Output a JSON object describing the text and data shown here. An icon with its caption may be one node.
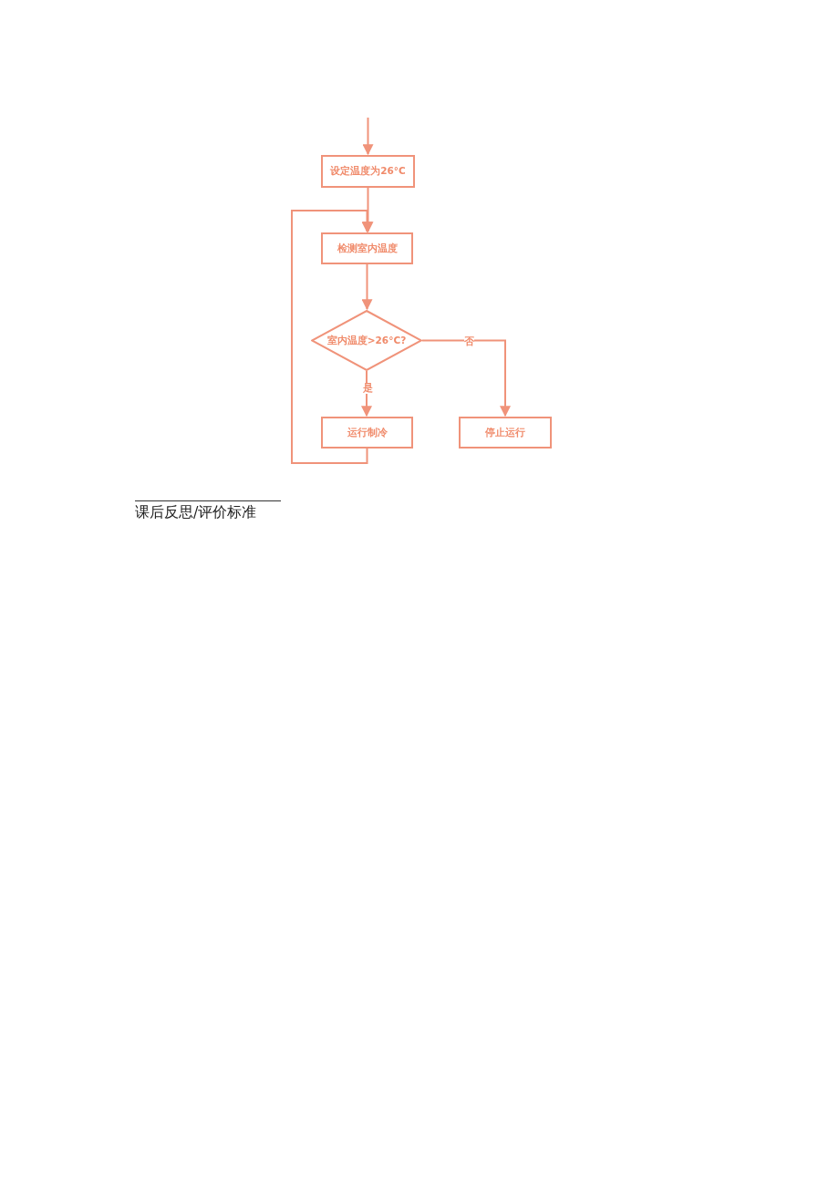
{
  "diagram": {
    "nodes": [
      {
        "text": [
          "设定温度为26°C"
        ]
      },
      {
        "text": [
          "检测室内温度"
        ]
      },
      {
        "text": [
          "室内温度>26°C?"
        ]
      },
      {
        "text": [
          "运行制冷"
        ]
      },
      {
        "text": [
          "停止运行"
        ]
      }
    ],
    "edges": [
      {
        "from": null,
        "to": 0,
        "arrow": "to"
      },
      {
        "from": 0,
        "to": 1,
        "arrow": "to"
      },
      {
        "from": 1,
        "to": 2,
        "arrow": "to"
      },
      {
        "from": 2,
        "to": 3,
        "label": "是",
        "arrow": "to"
      },
      {
        "from": 2,
        "to": 4,
        "label": "否",
        "arrow": "to"
      },
      {
        "from": 3,
        "to": 1,
        "arrow": "to"
      }
    ],
    "labels": [
      "课后反思/评价标准"
    ]
  }
}
